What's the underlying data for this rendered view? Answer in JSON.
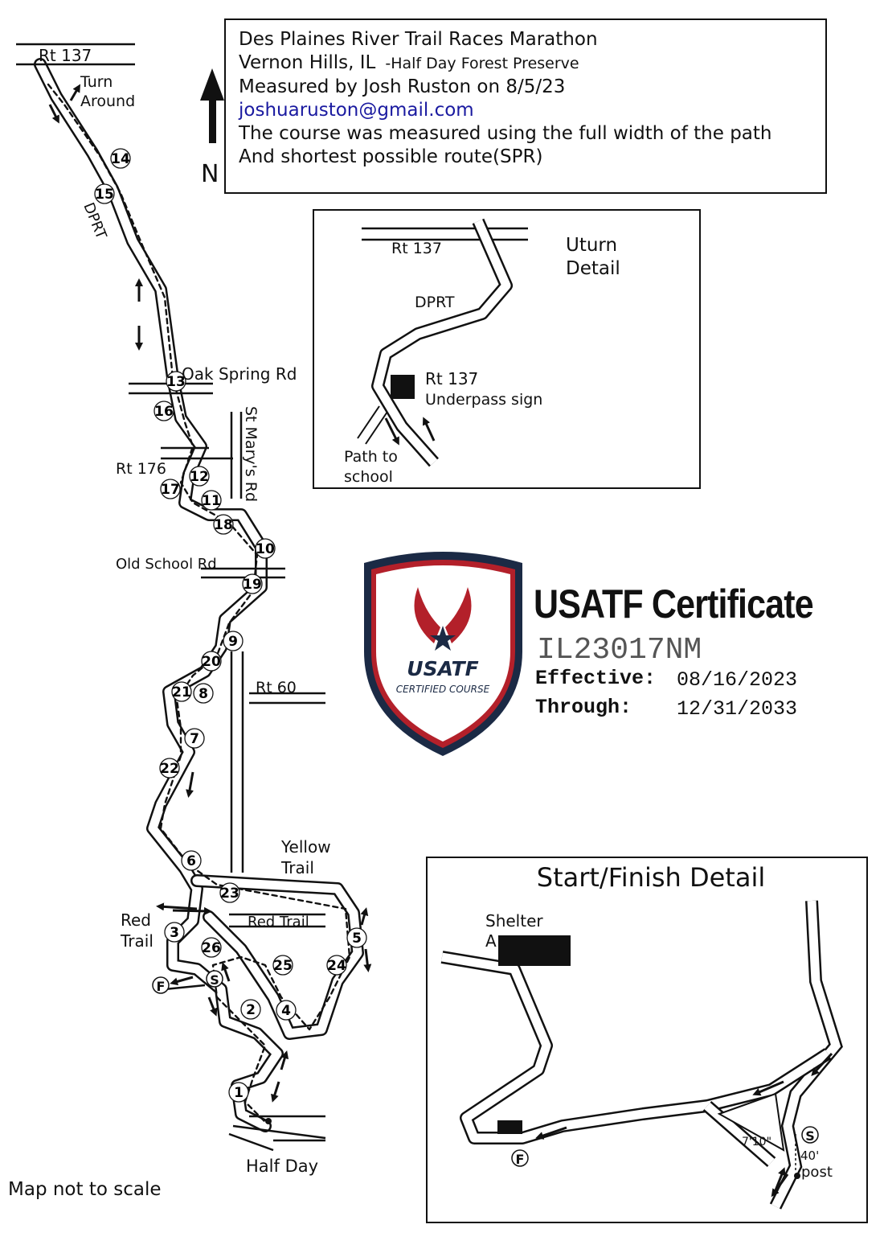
{
  "info": {
    "title": "Des Plaines River Trail Races Marathon",
    "location": "Vernon Hills, IL",
    "location_note": "-Half Day Forest Preserve",
    "measured": "Measured by Josh Ruston on 8/5/23",
    "email": "joshuaruston@gmail.com",
    "note1": "The course was measured using the full width of the path",
    "note2": "And shortest possible route(SPR)"
  },
  "north": "N",
  "map": {
    "rt137": "Rt  137",
    "turn": "Turn",
    "around": "Around",
    "dprt": "DPRT",
    "oak_spring": "Oak Spring Rd",
    "st_marys": "St Mary's Rd",
    "rt176": "Rt 176",
    "old_school": "Old School Rd",
    "rt60": "Rt 60",
    "yellow": "Yellow",
    "trail_y": "Trail",
    "red": "Red",
    "trail_r": "Trail",
    "red_trail": "Red Trail",
    "half_day": "Half Day",
    "f": "F",
    "s": "S",
    "markers": [
      "14",
      "15",
      "13",
      "16",
      "12",
      "17",
      "11",
      "18",
      "10",
      "19",
      "9",
      "20",
      "21",
      "8",
      "7",
      "22",
      "6",
      "23",
      "5",
      "3",
      "26",
      "25",
      "24",
      "2",
      "4",
      "1"
    ]
  },
  "uturn": {
    "rt137": "Rt 137",
    "title1": "Uturn",
    "title2": "Detail",
    "dprt": "DPRT",
    "sign1": "Rt 137",
    "sign2": "Underpass sign",
    "path1": "Path to",
    "path2": "school"
  },
  "certificate": {
    "logo_text": "USATF",
    "logo_sub": "CERTIFIED COURSE",
    "title": "USATF Certificate",
    "number": "IL23017NM",
    "effective_label": "Effective:",
    "effective": "08/16/2023",
    "through_label": "Through:",
    "through": "12/31/2033",
    "colors": {
      "navy": "#1b2a45",
      "red": "#b3202a"
    }
  },
  "start_finish": {
    "title": "Start/Finish Detail",
    "shelter1": "Shelter",
    "shelter2": "A",
    "f": "F",
    "s": "S",
    "dim1": "7'10\"",
    "dim2": "40'",
    "post": "post"
  },
  "footnote": "Map not to scale"
}
